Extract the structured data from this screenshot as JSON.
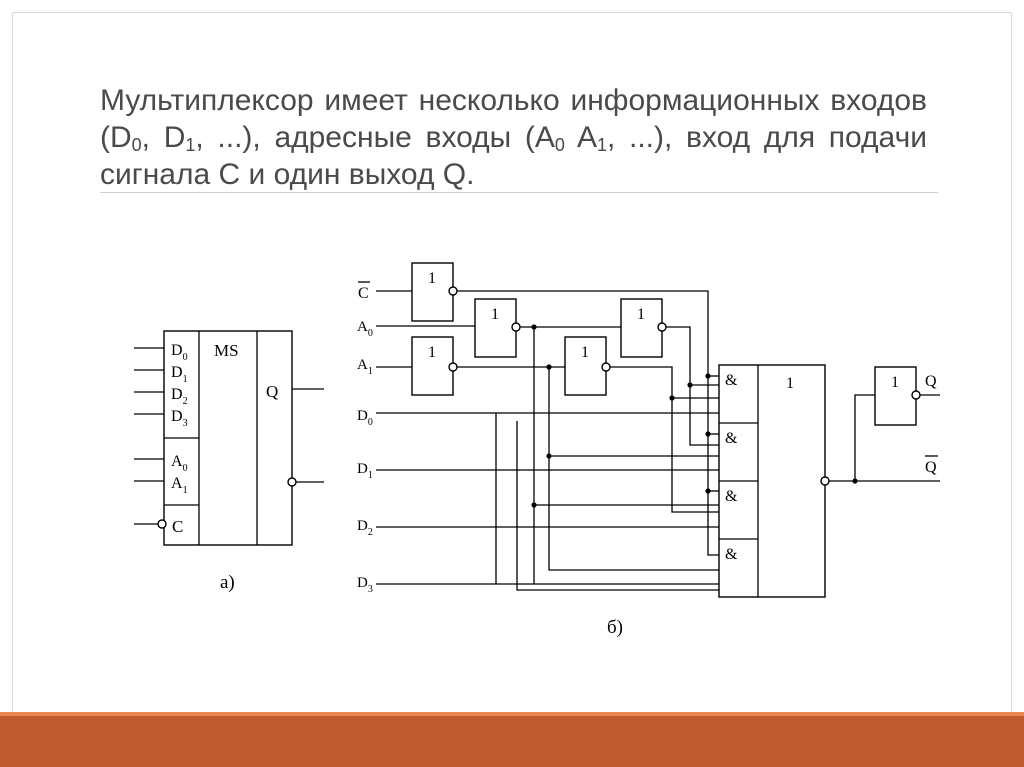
{
  "slide": {
    "title_parts": {
      "p1": "Мультиплексор имеет несколько информационных входов (D",
      "s1": "0",
      "p2": ", D",
      "s2": "1",
      "p3": ", ...), адресные входы (A",
      "s3": "0",
      "p4": " A",
      "s4": "1",
      "p5": ", ...), вход для подачи сигнала С и один выход Q."
    },
    "colors": {
      "bar": "#bf5a2c",
      "bar_accent": "#e8874f",
      "title": "#4a4a4a"
    }
  },
  "diagram_a": {
    "caption": "а)",
    "block_label": "MS",
    "output_label": "Q",
    "data_inputs": [
      {
        "l": "D",
        "s": "0"
      },
      {
        "l": "D",
        "s": "1"
      },
      {
        "l": "D",
        "s": "2"
      },
      {
        "l": "D",
        "s": "3"
      }
    ],
    "address_inputs": [
      {
        "l": "A",
        "s": "0"
      },
      {
        "l": "A",
        "s": "1"
      }
    ],
    "strobe_input": "C"
  },
  "diagram_b": {
    "caption": "б)",
    "inputs": {
      "c": "C",
      "a0": {
        "l": "A",
        "s": "0"
      },
      "a1": {
        "l": "A",
        "s": "1"
      },
      "d0": {
        "l": "D",
        "s": "0"
      },
      "d1": {
        "l": "D",
        "s": "1"
      },
      "d2": {
        "l": "D",
        "s": "2"
      },
      "d3": {
        "l": "D",
        "s": "3"
      }
    },
    "not_gate_label": "1",
    "and_gate_label": "&",
    "or_gate_label": "1",
    "outputs": {
      "q": "Q",
      "qbar": "Q"
    }
  }
}
